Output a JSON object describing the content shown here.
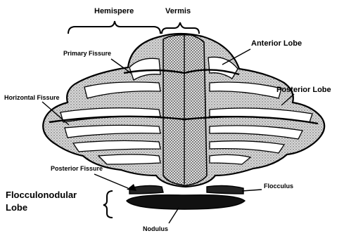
{
  "labels": {
    "hemisphere": "Hemispere",
    "vermis": "Vermis",
    "anterior_lobe": "Anterior Lobe",
    "primary_fissure": "Primary Fissure",
    "posterior_lobe": "Posterior Lobe",
    "horizontal_fissure": "Horizontal Fissure",
    "posterior_fissure": "Posterior Fissure",
    "flocculonodular_line1": "Flocculonodular",
    "flocculonodular_line2": "Lobe",
    "flocculus": "Flocculus",
    "nodulus": "Nodulus"
  }
}
